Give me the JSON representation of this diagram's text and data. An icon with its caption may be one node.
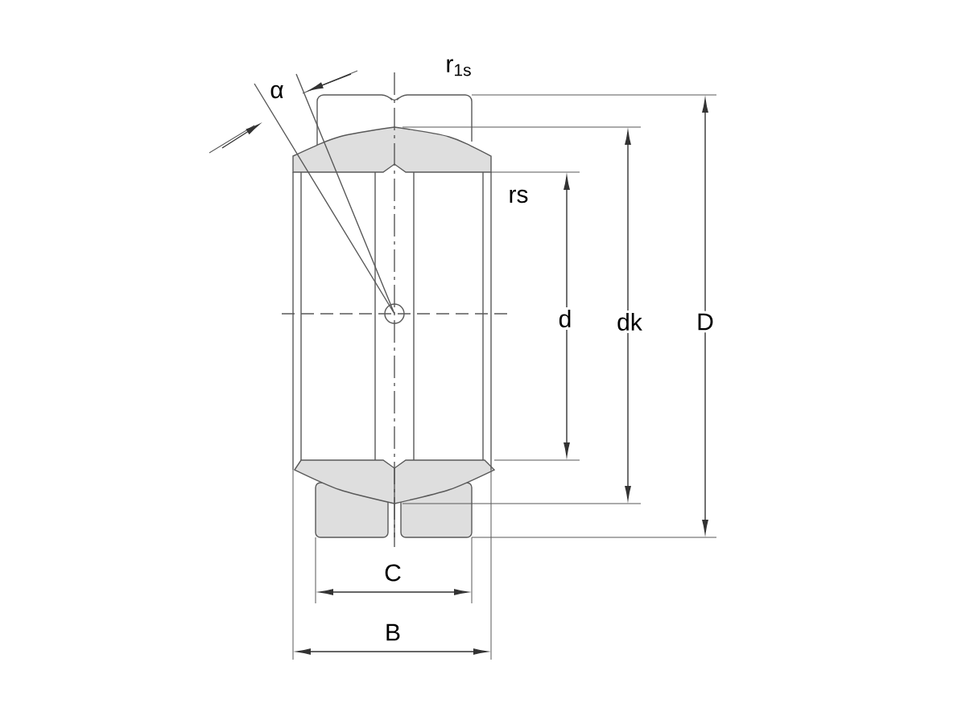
{
  "diagram": {
    "labels": [
      "α",
      "r$_{1s}$",
      "rs",
      "d",
      "dk",
      "D",
      "C",
      "B"
    ]
  }
}
